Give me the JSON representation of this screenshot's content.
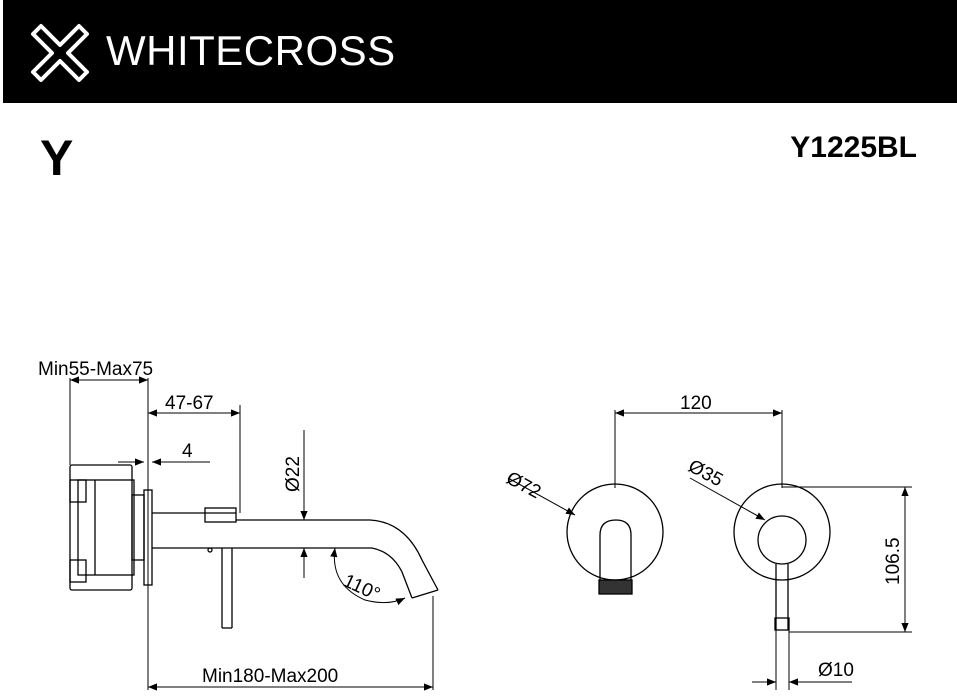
{
  "header": {
    "brand": "WHITECROSS",
    "logo_icon": "cross-x-logo-icon",
    "background": "#000000",
    "text_color": "#ffffff"
  },
  "series_letter": "Y",
  "model_code": "Y1225BL",
  "dimensions": {
    "wall_depth": "Min55-Max75",
    "body_depth": "47-67",
    "plate": "4",
    "spout_diameter": "Ø22",
    "angle": "110°",
    "spout_length": "Min180-Max200",
    "rosette_diameter": "Ø72",
    "lever_rosette_diameter": "Ø35",
    "center_distance": "120",
    "lever_height": "106.5",
    "lever_diameter": "Ø10"
  }
}
